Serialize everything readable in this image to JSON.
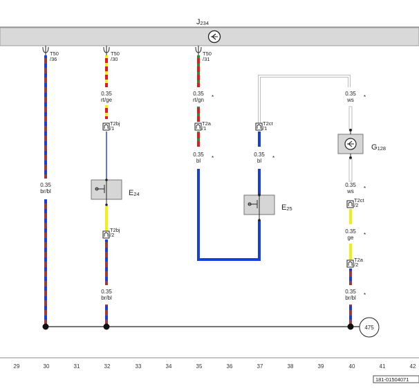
{
  "control_unit": {
    "name": "J",
    "subscript": "234",
    "terminals": [
      {
        "id": "T50",
        "pin": "/36"
      },
      {
        "id": "T50",
        "pin": "/30"
      },
      {
        "id": "T50",
        "pin": "/31"
      }
    ]
  },
  "wires": [
    {
      "gauge": "0.35",
      "color_code": "br/bl"
    },
    {
      "gauge": "0.35",
      "color_code": "rt/ge"
    },
    {
      "gauge": "0.35",
      "color_code": "br/bl"
    },
    {
      "gauge": "0.35",
      "color_code": "rt/gn"
    },
    {
      "gauge": "0.35",
      "color_code": "bl"
    },
    {
      "gauge": "0.35",
      "color_code": "bl"
    },
    {
      "gauge": "0.35",
      "color_code": "ws"
    },
    {
      "gauge": "0.35",
      "color_code": "ws"
    },
    {
      "gauge": "0.35",
      "color_code": "ge"
    },
    {
      "gauge": "0.35",
      "color_code": "br/bl"
    }
  ],
  "asterisk": "*",
  "connectors": [
    {
      "id": "T2bj",
      "pin": "/1"
    },
    {
      "id": "T2bj",
      "pin": "/2"
    },
    {
      "id": "T2a",
      "pin": "/1"
    },
    {
      "id": "T2ct",
      "pin": "/1"
    },
    {
      "id": "T2ct",
      "pin": "/2"
    },
    {
      "id": "T2a",
      "pin": "/2"
    }
  ],
  "components": [
    {
      "name": "E",
      "subscript": "24"
    },
    {
      "name": "E",
      "subscript": "25"
    },
    {
      "name": "G",
      "subscript": "128"
    }
  ],
  "ground_ref": "475",
  "grid_numbers": [
    "29",
    "30",
    "31",
    "32",
    "33",
    "34",
    "35",
    "36",
    "37",
    "38",
    "39",
    "40",
    "41",
    "42"
  ],
  "doc_number": "181-01504071",
  "colors": {
    "brown": "#9b3b3b",
    "blue": "#1a3fd6",
    "red": "#e01b1b",
    "yellow": "#f2ee1a",
    "green": "#2e8b2e",
    "white_wire": "#bdbdbd",
    "unit_fill": "#d9d9d9",
    "component_fill": "#d6d6d6"
  }
}
